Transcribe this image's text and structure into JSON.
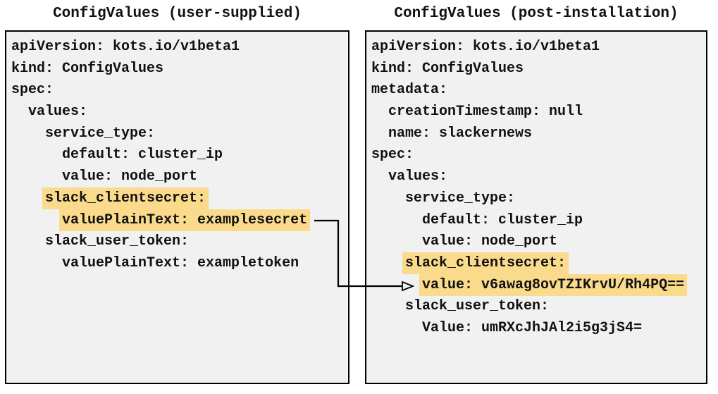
{
  "colors": {
    "panel_bg": "#f1f1f1",
    "highlight": "#fadb8c",
    "border": "#000000",
    "text": "#111111"
  },
  "panels": [
    {
      "name": "user-supplied",
      "title": "ConfigValues (user-supplied)",
      "lines": [
        {
          "indent": "",
          "text": "apiVersion: kots.io/v1beta1"
        },
        {
          "indent": "",
          "text": "kind: ConfigValues"
        },
        {
          "indent": "",
          "text": "spec:"
        },
        {
          "indent": "  ",
          "text": "values:"
        },
        {
          "indent": "    ",
          "text": "service_type:"
        },
        {
          "indent": "      ",
          "text": "default: cluster_ip"
        },
        {
          "indent": "      ",
          "text": "value: node_port"
        },
        {
          "indent": "    ",
          "text": "slack_clientsecret:",
          "highlighted": true
        },
        {
          "indent": "      ",
          "text": "valuePlainText: examplesecret",
          "highlighted": true
        },
        {
          "indent": "    ",
          "text": "slack_user_token:"
        },
        {
          "indent": "      ",
          "text": "valuePlainText: exampletoken"
        }
      ]
    },
    {
      "name": "post-installation",
      "title": "ConfigValues (post-installation)",
      "lines": [
        {
          "indent": "",
          "text": "apiVersion: kots.io/v1beta1"
        },
        {
          "indent": "",
          "text": "kind: ConfigValues"
        },
        {
          "indent": "",
          "text": "metadata:"
        },
        {
          "indent": "  ",
          "text": "creationTimestamp: null"
        },
        {
          "indent": "  ",
          "text": "name: slackernews"
        },
        {
          "indent": "",
          "text": "spec:"
        },
        {
          "indent": "  ",
          "text": "values:"
        },
        {
          "indent": "    ",
          "text": "service_type:"
        },
        {
          "indent": "      ",
          "text": "default: cluster_ip"
        },
        {
          "indent": "      ",
          "text": "value: node_port"
        },
        {
          "indent": "    ",
          "text": "slack_clientsecret:",
          "highlighted": true
        },
        {
          "indent": "      ",
          "text": "value: v6awag8ovTZIKrvU/Rh4PQ==",
          "highlighted": true
        },
        {
          "indent": "    ",
          "text": "slack_user_token:"
        },
        {
          "indent": "      ",
          "text": "Value: umRXcJhJAl2i5g3jS4="
        }
      ]
    }
  ],
  "arrow": {
    "from_text": "valuePlainText: examplesecret",
    "to_text": "value: v6awag8ovTZIKrvU/Rh4PQ=="
  }
}
